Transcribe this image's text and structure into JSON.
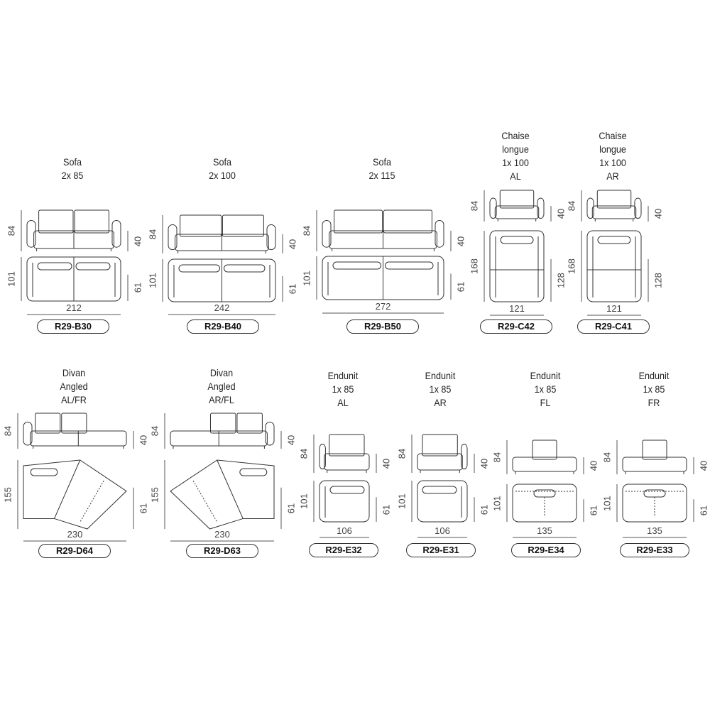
{
  "items": [
    {
      "title": [
        "Sofa",
        "2x 85"
      ],
      "dims": {
        "height": "84",
        "seat_height": "40",
        "depth": "101",
        "seat_depth": "61",
        "width": "212"
      },
      "code": "R29-B30"
    },
    {
      "title": [
        "Sofa",
        "2x 100"
      ],
      "dims": {
        "height": "84",
        "seat_height": "40",
        "depth": "101",
        "seat_depth": "61",
        "width": "242"
      },
      "code": "R29-B40"
    },
    {
      "title": [
        "Sofa",
        "2x 115"
      ],
      "dims": {
        "height": "84",
        "seat_height": "40",
        "depth": "101",
        "seat_depth": "61",
        "width": "272"
      },
      "code": "R29-B50"
    },
    {
      "title": [
        "Chaise",
        "longue",
        "1x 100",
        "AL"
      ],
      "dims": {
        "height": "84",
        "seat_height": "40",
        "depth": "168",
        "seat_depth": "128",
        "width": "121"
      },
      "code": "R29-C42"
    },
    {
      "title": [
        "Chaise",
        "longue",
        "1x 100",
        "AR"
      ],
      "dims": {
        "height": "84",
        "seat_height": "40",
        "depth": "168",
        "seat_depth": "128",
        "width": "121"
      },
      "code": "R29-C41"
    },
    {
      "title": [
        "Divan",
        "Angled",
        "AL/FR"
      ],
      "dims": {
        "height": "84",
        "seat_height": "40",
        "depth": "155",
        "seat_depth": "61",
        "width": "230"
      },
      "code": "R29-D64"
    },
    {
      "title": [
        "Divan",
        "Angled",
        "AR/FL"
      ],
      "dims": {
        "height": "84",
        "seat_height": "40",
        "depth": "155",
        "seat_depth": "61",
        "width": "230"
      },
      "code": "R29-D63"
    },
    {
      "title": [
        "Endunit",
        "1x 85",
        "AL"
      ],
      "dims": {
        "height": "84",
        "seat_height": "40",
        "depth": "101",
        "seat_depth": "61",
        "width": "106"
      },
      "code": "R29-E32"
    },
    {
      "title": [
        "Endunit",
        "1x 85",
        "AR"
      ],
      "dims": {
        "height": "84",
        "seat_height": "40",
        "depth": "101",
        "seat_depth": "61",
        "width": "106"
      },
      "code": "R29-E31"
    },
    {
      "title": [
        "Endunit",
        "1x 85",
        "FL"
      ],
      "dims": {
        "height": "84",
        "seat_height": "40",
        "depth": "101",
        "seat_depth": "61",
        "width": "135"
      },
      "code": "R29-E34"
    },
    {
      "title": [
        "Endunit",
        "1x 85",
        "FR"
      ],
      "dims": {
        "height": "84",
        "seat_height": "40",
        "depth": "101",
        "seat_depth": "61",
        "width": "135"
      },
      "code": "R29-E33"
    }
  ]
}
